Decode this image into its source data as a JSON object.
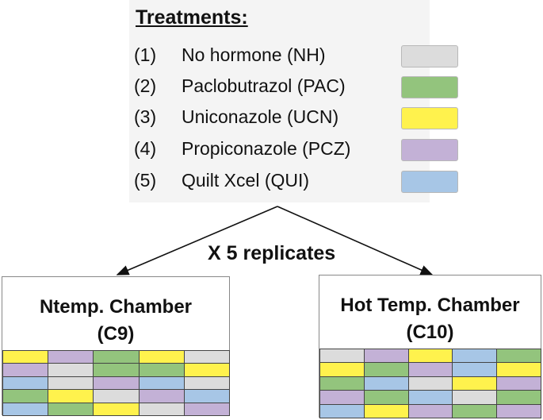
{
  "legend": {
    "title": "Treatments:",
    "items": [
      {
        "num": "(1)",
        "label": "No hormone (NH)",
        "code": "NH",
        "color": "#dcdcdc"
      },
      {
        "num": "(2)",
        "label": "Paclobutrazol (PAC)",
        "code": "PAC",
        "color": "#93c47d"
      },
      {
        "num": "(3)",
        "label": "Uniconazole (UCN)",
        "code": "UCN",
        "color": "#fff24d"
      },
      {
        "num": "(4)",
        "label": "Propiconazole (PCZ)",
        "code": "PCZ",
        "color": "#c3b1d6"
      },
      {
        "num": "(5)",
        "label": "Quilt Xcel (QUI)",
        "code": "QUI",
        "color": "#a7c6e6"
      }
    ]
  },
  "replicates_label": "X 5 replicates",
  "chambers": [
    {
      "title_line1": "Ntemp. Chamber",
      "title_line2": "(C9)",
      "grid": [
        [
          "UCN",
          "PCZ",
          "PAC",
          "UCN",
          "NH"
        ],
        [
          "PCZ",
          "NH",
          "PAC",
          "PAC",
          "UCN"
        ],
        [
          "QUI",
          "NH",
          "PCZ",
          "QUI",
          "NH"
        ],
        [
          "PAC",
          "UCN",
          "NH",
          "PCZ",
          "QUI"
        ],
        [
          "QUI",
          "PAC",
          "UCN",
          "NH",
          "PCZ"
        ]
      ]
    },
    {
      "title_line1": "Hot Temp. Chamber",
      "title_line2": "(C10)",
      "grid": [
        [
          "NH",
          "PCZ",
          "UCN",
          "QUI",
          "PAC"
        ],
        [
          "UCN",
          "PAC",
          "PCZ",
          "QUI",
          "UCN"
        ],
        [
          "PAC",
          "QUI",
          "NH",
          "UCN",
          "PCZ"
        ],
        [
          "PCZ",
          "PAC",
          "QUI",
          "NH",
          "PAC"
        ],
        [
          "QUI",
          "UCN",
          "PCZ",
          "PAC",
          "PCZ"
        ]
      ]
    }
  ]
}
